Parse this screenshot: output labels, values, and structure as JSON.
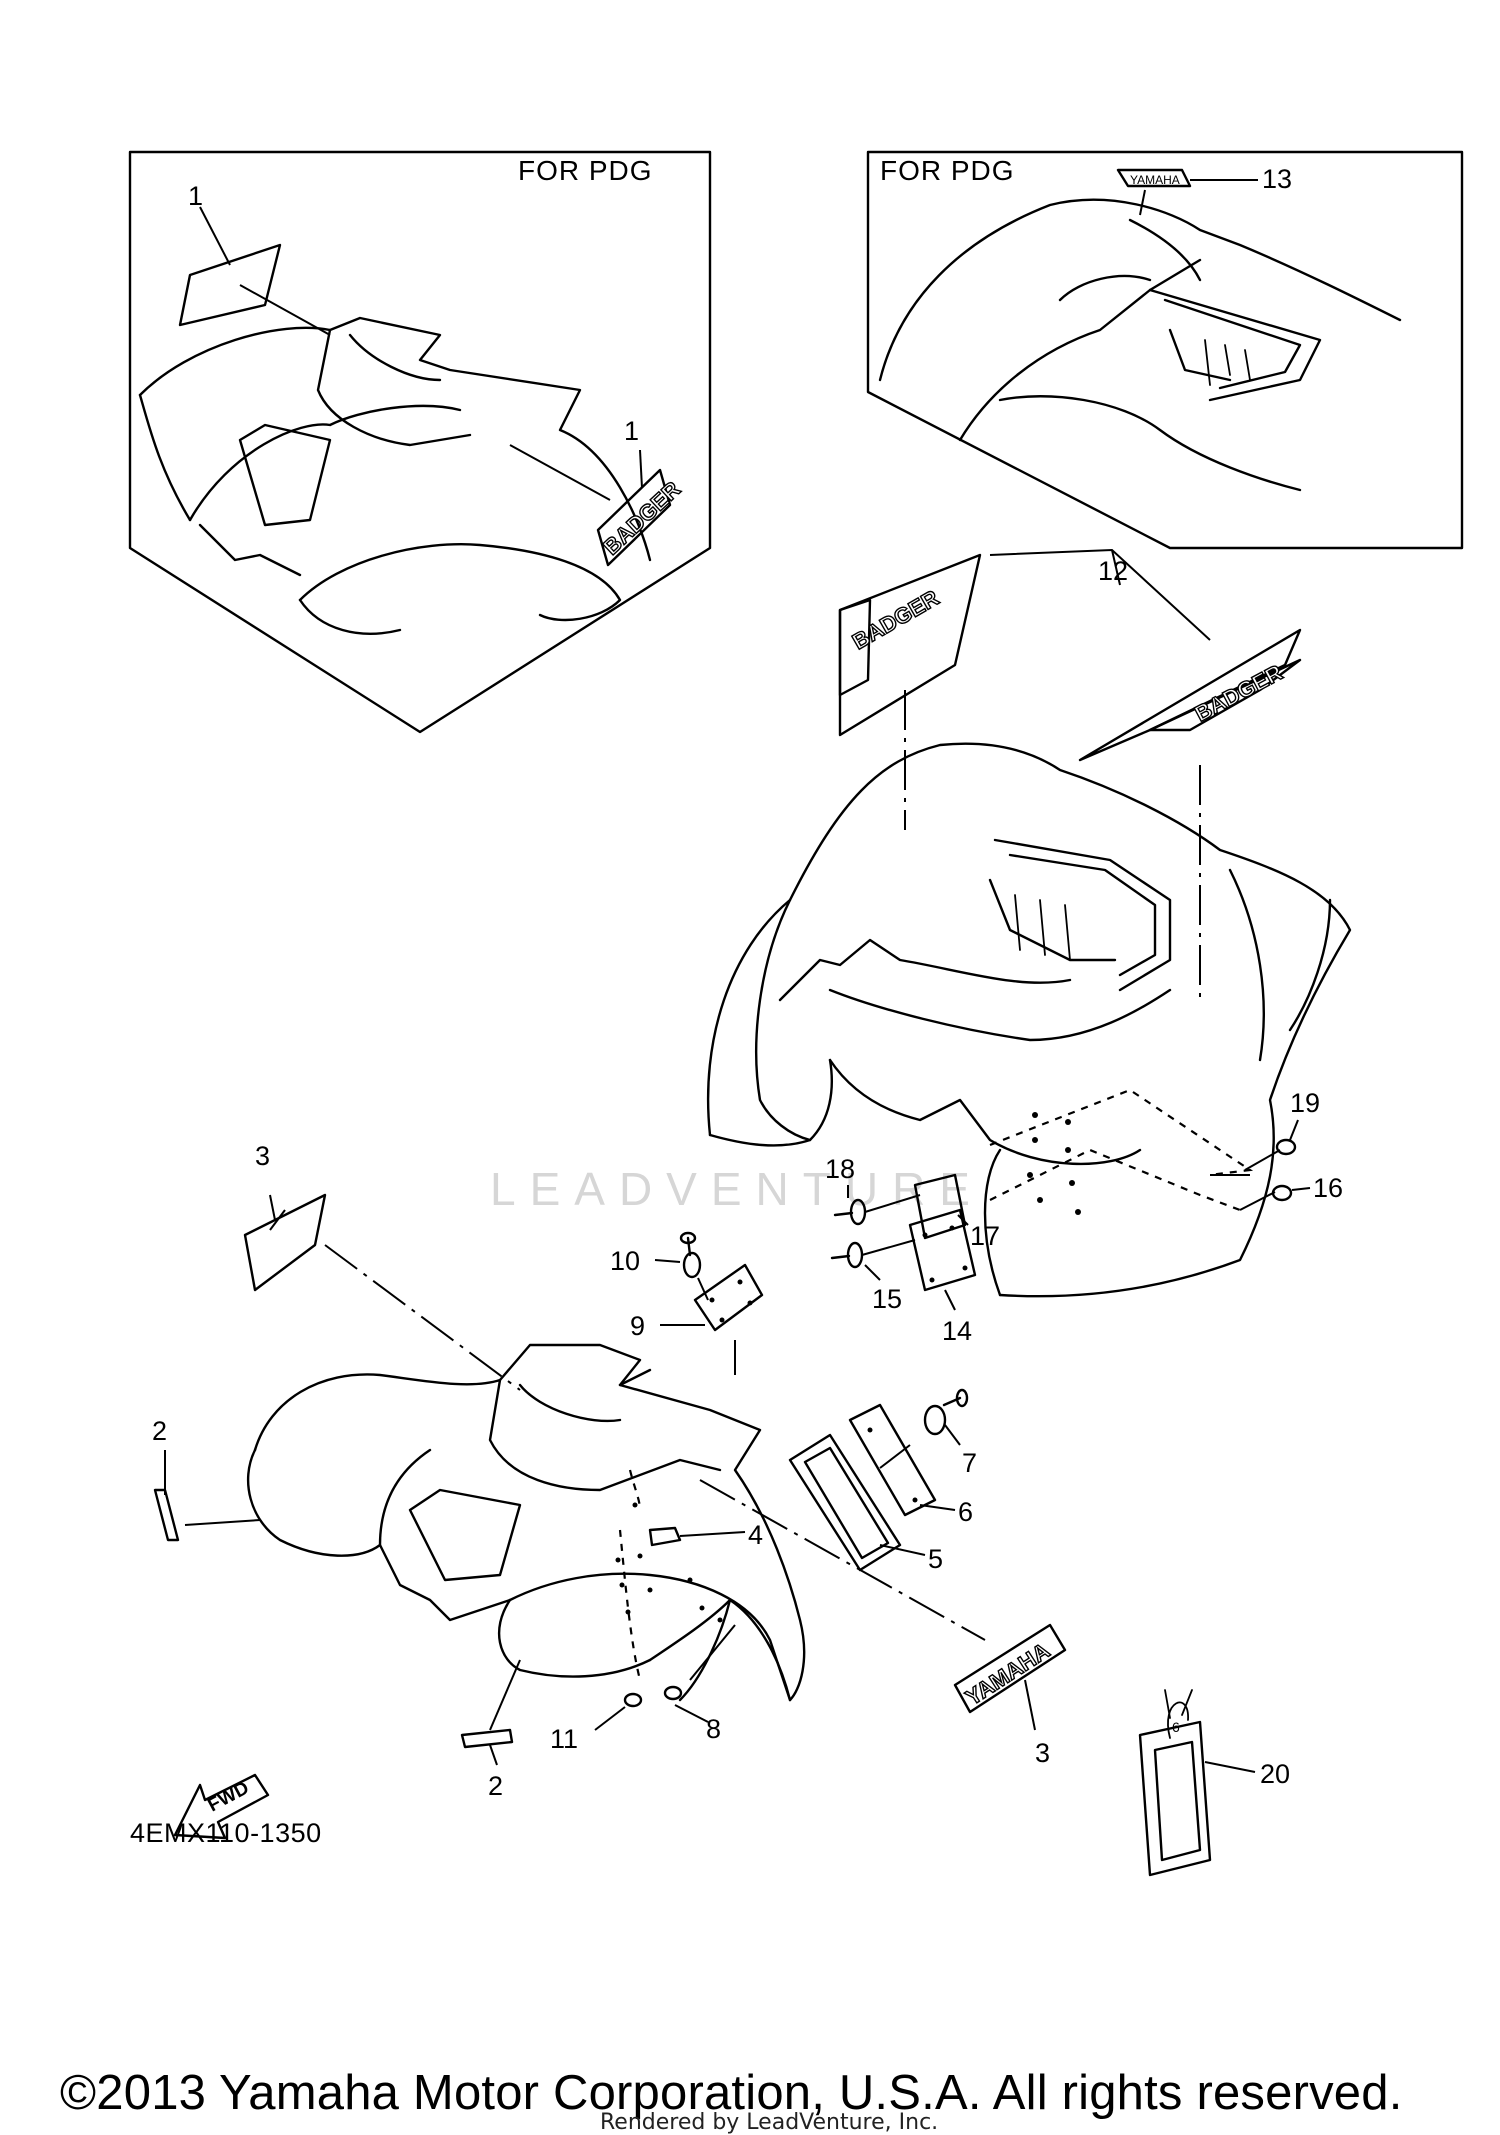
{
  "diagram": {
    "inset_left_label": "FOR PDG",
    "inset_right_label": "FOR PDG",
    "part_code": "4EMX110-1350",
    "watermark": "LEADVENTURE"
  },
  "decals": {
    "badger": "BADGER",
    "yamaha": "YAMAHA",
    "fwd": "FWD",
    "tag_number": "6"
  },
  "callouts": {
    "c1a": "1",
    "c1b": "1",
    "c2a": "2",
    "c2b": "2",
    "c3a": "3",
    "c3b": "3",
    "c4": "4",
    "c5": "5",
    "c6": "6",
    "c7": "7",
    "c8": "8",
    "c9": "9",
    "c10": "10",
    "c11": "11",
    "c12": "12",
    "c13": "13",
    "c14": "14",
    "c15": "15",
    "c16": "16",
    "c17": "17",
    "c18": "18",
    "c19": "19",
    "c20": "20"
  },
  "footer": {
    "copyright": "©2013 Yamaha Motor Corporation, U.S.A. All rights reserved.",
    "rendered_by": "Rendered by LeadVenture, Inc."
  }
}
